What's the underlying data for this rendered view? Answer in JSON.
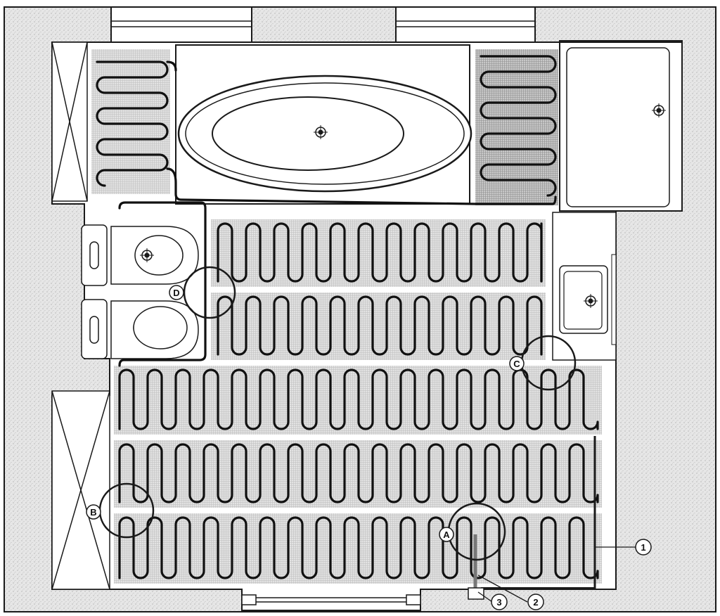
{
  "callouts": {
    "A": "A",
    "B": "B",
    "C": "C",
    "D": "D"
  },
  "numbers": {
    "n1": "1",
    "n2": "2",
    "n3": "3"
  },
  "icons": [
    "drain-icon",
    "cabinet-cross-icon",
    "window-icon",
    "door-icon"
  ],
  "colors": {
    "wall": "#e4e4e4",
    "mat": "#d9d9d9",
    "cable": "#111111",
    "line": "#1a1a1a"
  }
}
